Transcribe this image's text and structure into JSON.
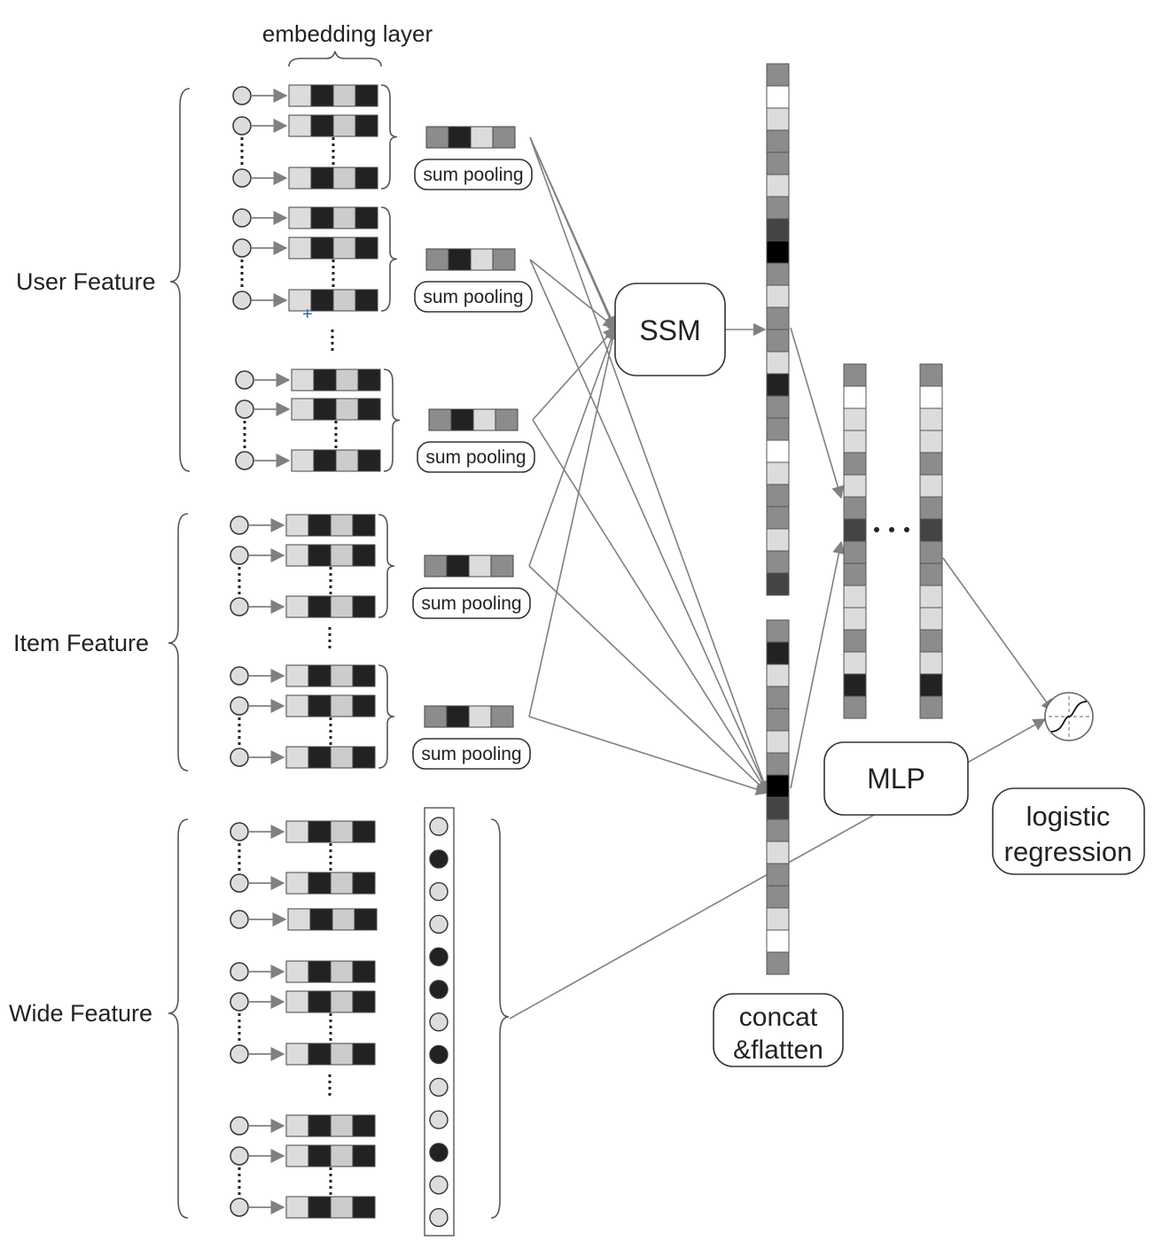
{
  "labels": {
    "embedding_layer": "embedding layer",
    "user_feature": "User Feature",
    "item_feature": "Item Feature",
    "wide_feature": "Wide Feature",
    "sum_pooling": "sum pooling",
    "ssm": "SSM",
    "mlp": "MLP",
    "concat_line1": "concat",
    "concat_line2": "&flatten",
    "logistic_line1": "logistic",
    "logistic_line2": "regression"
  },
  "colors": {
    "white": "#ffffff",
    "light": "#dcdcdc",
    "mid": "#cccccc",
    "gray": "#8c8c8c",
    "dark": "#222222",
    "black": "#000000",
    "charcoal": "#444444",
    "arrow": "#808080",
    "highlight_plus": "#1f6fbf"
  },
  "embedding_cell_pattern": [
    "light",
    "dark",
    "mid",
    "dark"
  ],
  "pooled_cell_pattern": [
    "gray",
    "dark",
    "light",
    "gray"
  ],
  "ssm_output_column": [
    "gray",
    "white",
    "light",
    "gray",
    "gray",
    "light",
    "gray",
    "charcoal",
    "black",
    "gray",
    "light",
    "gray",
    "gray",
    "light",
    "dark",
    "gray",
    "gray",
    "white",
    "light",
    "gray",
    "gray",
    "light",
    "gray",
    "charcoal"
  ],
  "concat_column": [
    "gray",
    "dark",
    "light",
    "gray",
    "gray",
    "light",
    "gray",
    "black",
    "charcoal",
    "gray",
    "light",
    "gray",
    "gray",
    "light",
    "white",
    "gray"
  ],
  "mlp_column": [
    "gray",
    "white",
    "light",
    "light",
    "gray",
    "light",
    "gray",
    "charcoal",
    "gray",
    "gray",
    "light",
    "light",
    "gray",
    "light",
    "dark",
    "gray"
  ],
  "wide_vector_dots": [
    "light",
    "dark",
    "light",
    "light",
    "dark",
    "dark",
    "light",
    "dark",
    "light",
    "light",
    "dark",
    "light",
    "light"
  ]
}
